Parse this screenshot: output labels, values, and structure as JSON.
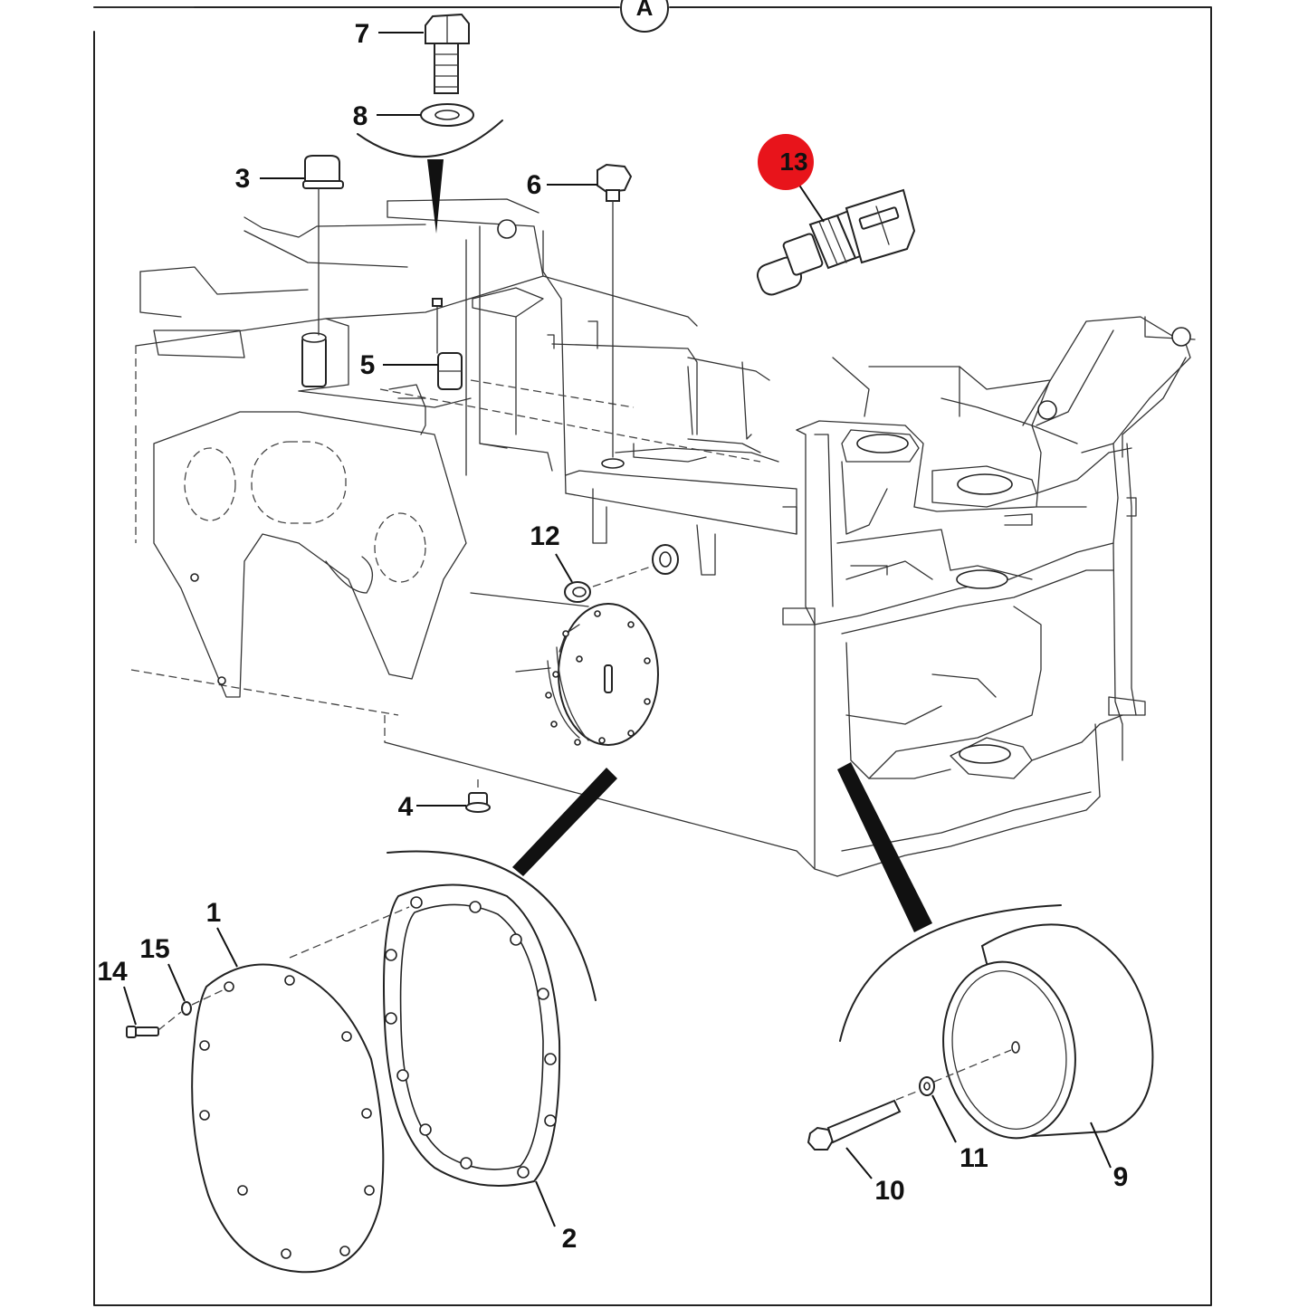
{
  "view": {
    "label": "A"
  },
  "callouts": {
    "c1": "1",
    "c2": "2",
    "c3": "3",
    "c4": "4",
    "c5": "5",
    "c6": "6",
    "c7": "7",
    "c8": "8",
    "c9": "9",
    "c10": "10",
    "c11": "11",
    "c12": "12",
    "c13": "13",
    "c14": "14",
    "c15": "15"
  },
  "colors": {
    "highlight": "#e8141b",
    "line": "#222222",
    "background": "#ffffff"
  },
  "highlighted_part": "13"
}
